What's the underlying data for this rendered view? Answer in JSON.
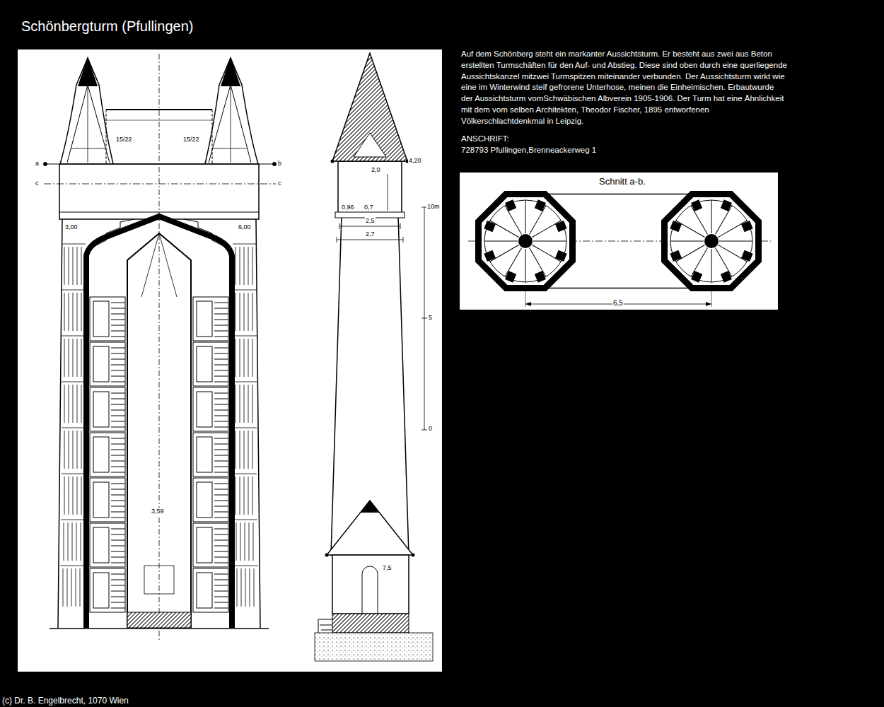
{
  "diagram": {
    "title": "Schönbergturm (Pfullingen)",
    "labels": [
      "Auf dem Schönberg steht ein markanter Aussichtsturm. Er besteht aus zwei aus Beton erstellten Turmschäften für den Auf- und Abstieg. Diese sind oben durch eine querliegende Aussichtskanzel mitzwei Turmspitzen miteinander verbunden. Der Aussichtsturm wirkt wie eine im Winterwind steif gefrorene Unterhose, meinen die Einheimischen. Erbautwurde der Aussichtsturm vomSchwäbischen Albverein 1905-1906. Der Turm hat eine Ähnlichkeit mit dem vom selben Architekten, Theodor Fischer, 1895 entworfenen Völkerschlachtdenkmal in Leipzig.",
      "ANSCHRIFT:",
      "728793 Pfullingen,Brenneackerweg 1",
      "Schnitt a-b.",
      "6,5",
      "a",
      "b",
      "c",
      "c",
      "15/22",
      "15/22",
      "3,00",
      "6,00",
      "3,59",
      "4,20",
      "2,0",
      "0,96",
      "0,7",
      "2,5",
      "2,7",
      "10m",
      "5",
      "0",
      "7,5",
      "(c) Dr. B. Engelbrecht, 1070 Wien"
    ]
  }
}
